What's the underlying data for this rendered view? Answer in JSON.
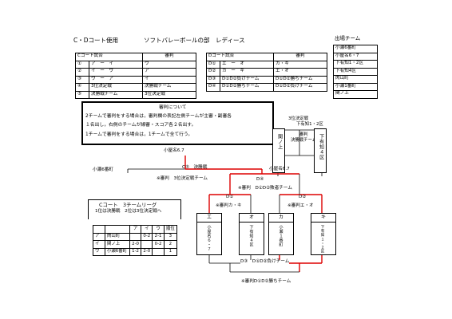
{
  "header": {
    "court": "C・Dコート使用",
    "title": "ソフトバレーボールの部　レディース"
  },
  "teams_panel": {
    "title": "出場チーム",
    "teams": [
      "小瀬6番町",
      "小屋名6・7",
      "下有知1・2区",
      "下有知4区",
      "肉山町",
      "小瀬1番町",
      "関ノ上"
    ]
  },
  "c_court": {
    "head": [
      "Cコート試合",
      "",
      "審判"
    ],
    "rows": [
      [
        "①",
        "ア　ー　イ",
        "ウ"
      ],
      [
        "②",
        "イ　ー　ウ",
        "ア"
      ],
      [
        "③",
        "ウ　ー　ア",
        "イ"
      ],
      [
        "④",
        "3位決定戦",
        "決勝戦チーム"
      ],
      [
        "⑤",
        "決勝戦チーム",
        "3位決定戦"
      ]
    ]
  },
  "d_court": {
    "head": [
      "Dコート試合",
      "",
      "審判"
    ],
    "rows": [
      [
        "D①",
        "エ　ー　オ",
        "カ・キ"
      ],
      [
        "D②",
        "カ　ー　キ",
        "エ・オ"
      ],
      [
        "D③",
        "D①D②負けチーム",
        "D①D②勝ちチーム"
      ],
      [
        "D④",
        "D①D②勝ちチーム",
        "D①D②負けチーム"
      ]
    ]
  },
  "notice": {
    "title": "審判について",
    "line1": "2チームで審判をする場合は，審判欄の表記左側チームが主審・副審各",
    "line2": "１名出し，右側のチームが線審・スコア各２名出す。",
    "line3": "1チームで審判をする場合は，1チームで全て行う。"
  },
  "bracket": {
    "top_right_team": "下有知1・2区",
    "third_place": "3位決定戦",
    "referee_final_team": "審判\n決勝戦チーム",
    "sekinoue": "関ノ上",
    "shimo_uchi_4": "下有知４区",
    "koyana_top": "小屋名6.7",
    "kose6": "小瀬6番町",
    "c5_label": "C⑤　決勝戦",
    "c5_referee": "※審判　3位決定戦チーム",
    "koyana_mid": "小屋名6.7",
    "d4_label": "D④",
    "d4_referee": "※審判　D①D②敗者チーム",
    "d1_label": "D①",
    "d1_referee": "※審判カ・キ",
    "d2_label": "D②",
    "d2_referee": "※審判エ・オ",
    "teams": [
      {
        "letter": "エ",
        "name": "小屋名６・７"
      },
      {
        "letter": "オ",
        "name": "下有知４区"
      },
      {
        "letter": "カ",
        "name": "小瀬１番町"
      },
      {
        "letter": "キ",
        "name": "下有知１・２区"
      }
    ],
    "d3_label": "D③　D①D②負けチーム",
    "d3_referee": "※審判D①D②勝ちチーム"
  },
  "league": {
    "title": "Cコート　3チームリーグ",
    "subtitle": "1位は決勝戦　2位は3位決定戦へ",
    "head": [
      "",
      "",
      "ア",
      "イ",
      "ウ",
      "順位"
    ],
    "rows": [
      [
        "ア",
        "肉山町",
        "",
        "0-2",
        "2-1",
        "3"
      ],
      [
        "イ",
        "関ノ上",
        "2-0",
        "",
        "0-2",
        "2"
      ],
      [
        "ウ",
        "小瀬6番町",
        "1-2",
        "2-0",
        "",
        "1"
      ]
    ]
  }
}
